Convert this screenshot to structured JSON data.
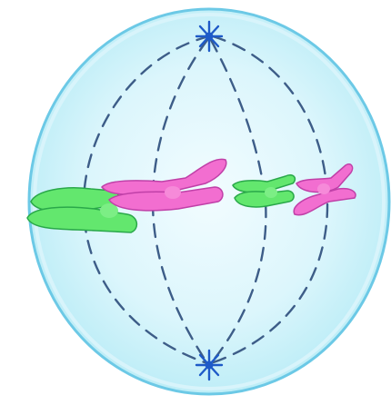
{
  "diagram": {
    "colors": {
      "background": "#ffffff",
      "cell_fill_center": "#f2fcff",
      "cell_fill_edge": "#b9ecf6",
      "cell_outline": "#6cc9e6",
      "spindle": "#3d5d88",
      "centrosome": "#1e5ac8",
      "chromosome_green": "#63e76e",
      "chromosome_green_dark": "#2aa84a",
      "chromosome_pink": "#f26ed0",
      "chromosome_pink_dark": "#c040a8"
    },
    "parts": [
      {
        "name": "cell-membrane"
      },
      {
        "name": "spindle-fibers",
        "style": "dashed"
      },
      {
        "name": "centrosome-top",
        "icon": "star-burst"
      },
      {
        "name": "centrosome-bottom",
        "icon": "star-burst"
      },
      {
        "name": "chromosome-pair-left",
        "colors": [
          "green",
          "pink"
        ]
      },
      {
        "name": "chromosome-pair-right",
        "colors": [
          "green",
          "pink"
        ]
      }
    ]
  }
}
